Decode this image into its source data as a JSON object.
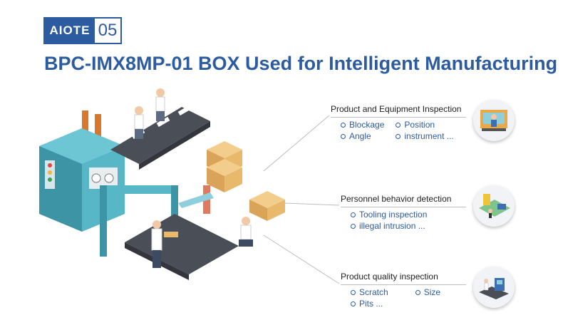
{
  "logo": {
    "brand": "AIOTE",
    "number": "05"
  },
  "title": "BPC-IMX8MP-01 BOX Used for Intelligent Manufacturing",
  "sections": [
    {
      "title": "Product and Equipment Inspection",
      "items": [
        "Blockage",
        "Position",
        "Angle",
        "instrument ..."
      ],
      "icon": "inspection-station-icon"
    },
    {
      "title": "Personnel behavior detection",
      "items": [
        "Tooling inspection",
        "illegal intrusion ..."
      ],
      "icon": "factory-floor-icon"
    },
    {
      "title": "Product quality inspection",
      "items": [
        "Scratch",
        "Size",
        "Pits ..."
      ],
      "icon": "quality-machine-icon"
    }
  ],
  "colors": {
    "accent": "#2d5ba0",
    "machine": "#4aa8b8",
    "conveyor": "#4a4f57",
    "box": "#e9b96b"
  }
}
